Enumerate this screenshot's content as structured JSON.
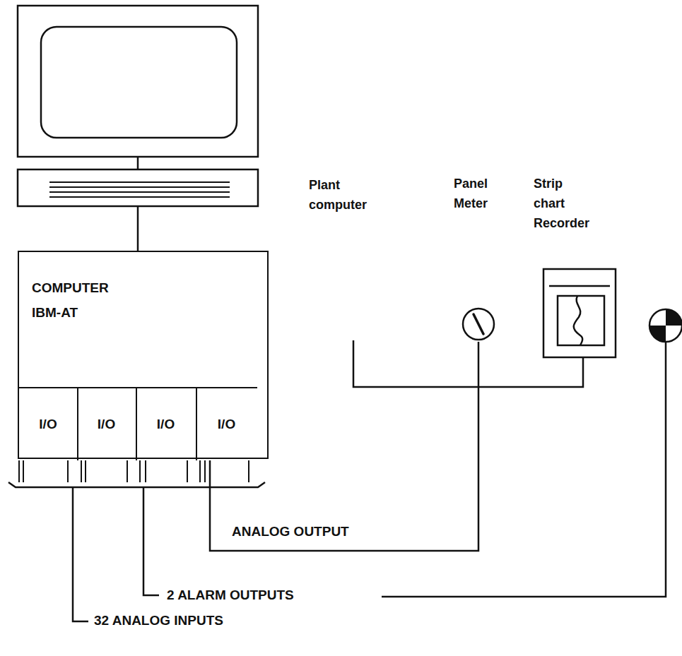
{
  "diagram": {
    "nodes": [
      {
        "text": [
          "COMPUTER",
          "IBM-AT"
        ]
      },
      {
        "text": [
          "I/O"
        ],
        "in": 0
      },
      {
        "text": [
          "I/O"
        ],
        "in": 0
      },
      {
        "text": [
          "I/O"
        ],
        "in": 0
      },
      {
        "text": [
          "I/O"
        ],
        "in": 0
      },
      {
        "text": [
          "Panel Meter"
        ]
      },
      {
        "text": [
          "Strip chart Recorder"
        ]
      }
    ],
    "edges": [
      {
        "from": 4,
        "to": 5,
        "arrow": "none",
        "label": "ANALOG OUTPUT"
      }
    ],
    "labels": [
      "Plant computer",
      "2 ALARM OUTPUTS",
      "32 ANALOG INPUTS"
    ]
  }
}
